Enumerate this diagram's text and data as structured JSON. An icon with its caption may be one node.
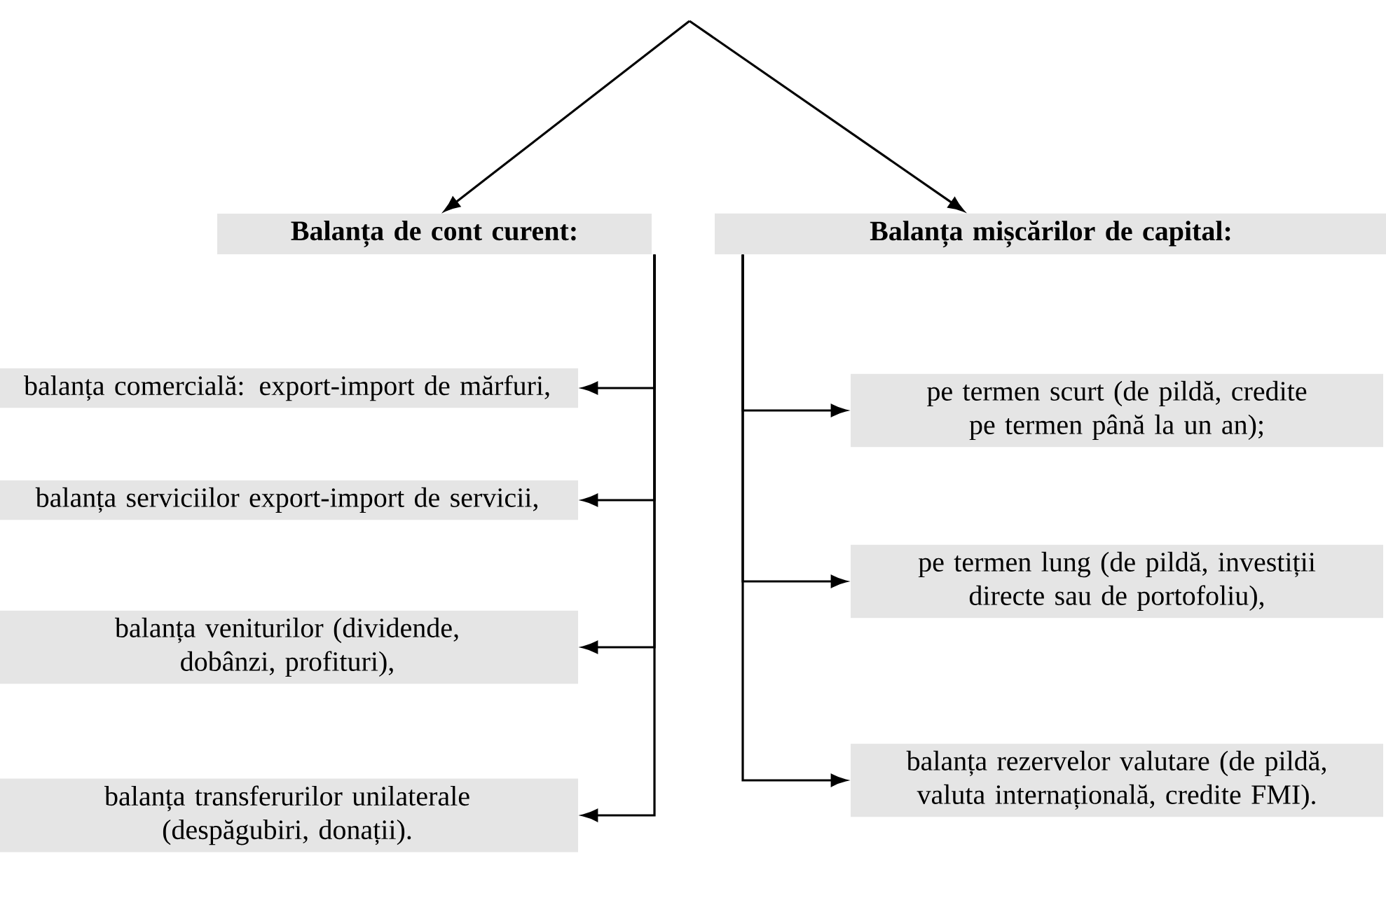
{
  "diagram": {
    "nodes": [
      {
        "text": [
          "Balanța de cont curent:"
        ]
      },
      {
        "text": [
          "Balanța mișcărilor de capital:"
        ]
      },
      {
        "text": [
          "balanța comercială: export-import de mărfuri,"
        ]
      },
      {
        "text": [
          "balanța serviciilor export-import de servicii,"
        ]
      },
      {
        "text": [
          "balanța veniturilor (dividende, dobânzi, profituri),"
        ]
      },
      {
        "text": [
          "balanța transferurilor unilaterale (despăgubiri, donații)."
        ]
      },
      {
        "text": [
          "pe termen scurt (de pildă, credite pe termen până la un an);"
        ]
      },
      {
        "text": [
          "pe termen lung (de pildă, investiții directe sau de portofoliu),"
        ]
      },
      {
        "text": [
          "balanța rezervelor valutare (de pildă, valuta internațională, credite FMI)."
        ]
      }
    ],
    "edges": [
      {
        "from": null,
        "to": 0,
        "arrow": "to"
      },
      {
        "from": null,
        "to": 1,
        "arrow": "to"
      },
      {
        "from": 0,
        "to": 2,
        "arrow": "to"
      },
      {
        "from": 0,
        "to": 3,
        "arrow": "to"
      },
      {
        "from": 0,
        "to": 4,
        "arrow": "to"
      },
      {
        "from": 0,
        "to": 5,
        "arrow": "to"
      },
      {
        "from": 1,
        "to": 6,
        "arrow": "to"
      },
      {
        "from": 1,
        "to": 7,
        "arrow": "to"
      },
      {
        "from": 1,
        "to": 8,
        "arrow": "to"
      }
    ]
  }
}
